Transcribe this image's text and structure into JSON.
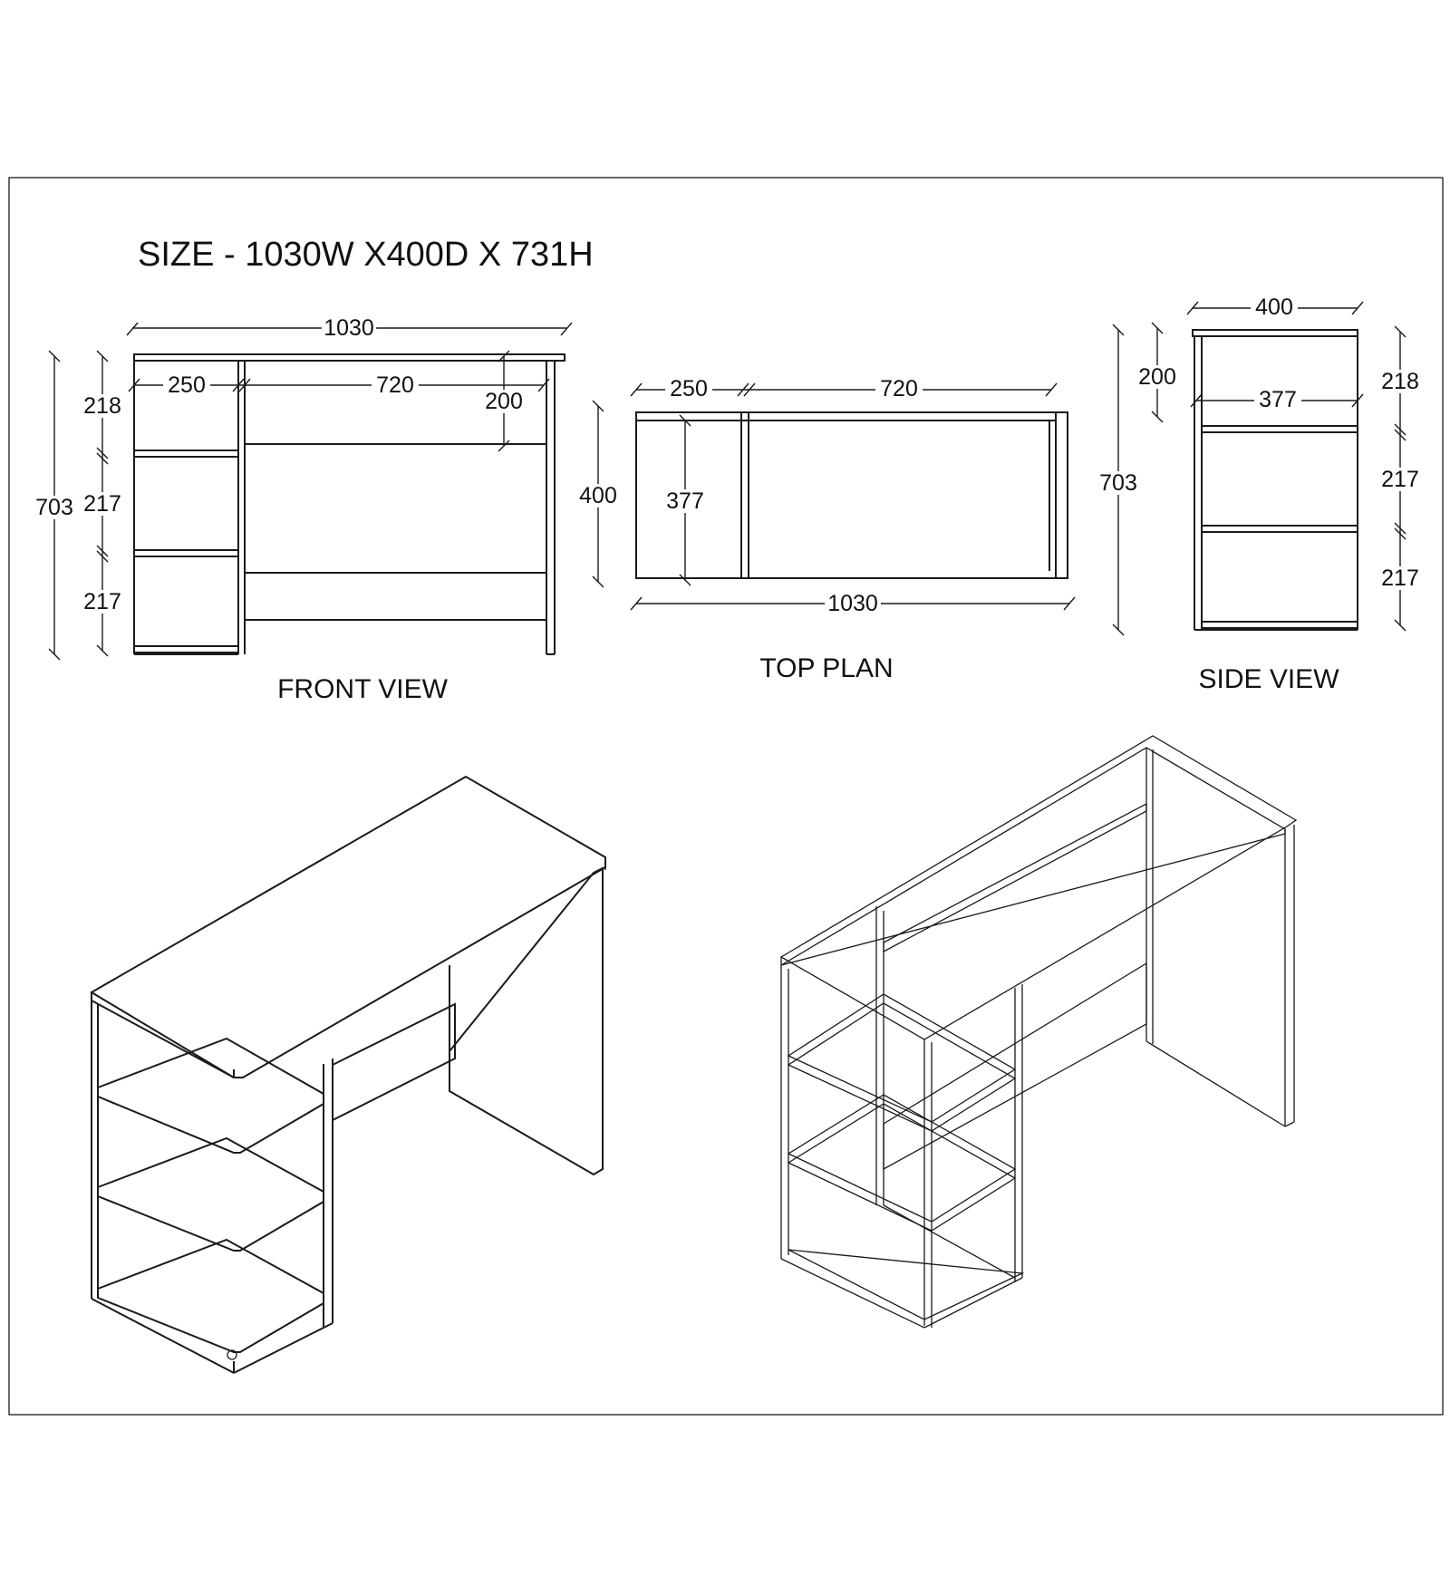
{
  "title": "SIZE - 1030W X400D X 731H",
  "views": {
    "front": {
      "label": "FRONT VIEW",
      "dims": {
        "width": "1030",
        "shelf_width": "250",
        "opening_width": "720",
        "apron": "200",
        "shelf1": "218",
        "shelf2": "217",
        "shelf3": "217",
        "height": "703"
      }
    },
    "top": {
      "label": "TOP PLAN",
      "dims": {
        "shelf_width": "250",
        "opening_width": "720",
        "depth": "400",
        "inner_depth": "377",
        "width": "1030"
      }
    },
    "side": {
      "label": "SIDE VIEW",
      "dims": {
        "depth": "400",
        "apron": "200",
        "inner_depth": "377",
        "height": "703",
        "shelf1": "218",
        "shelf2": "217",
        "shelf3": "217"
      }
    }
  },
  "colors": {
    "line": "#1a1a1a",
    "background": "#ffffff"
  }
}
